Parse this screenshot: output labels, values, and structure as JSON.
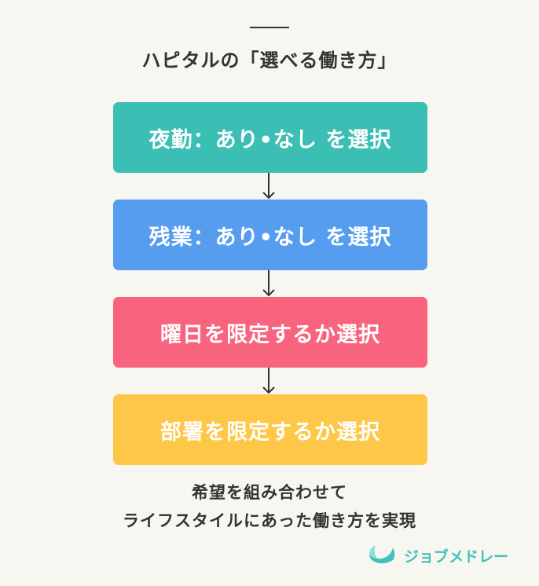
{
  "title": "ハピタルの「選べる働き方」",
  "steps": [
    {
      "label": "夜勤：あり•なし を選択",
      "color": "#3bbfb4"
    },
    {
      "label": "残業：あり•なし を選択",
      "color": "#579def"
    },
    {
      "label": "曜日を限定するか選択",
      "color": "#f8637e"
    },
    {
      "label": "部署を限定するか選択",
      "color": "#fec747"
    }
  ],
  "footer": {
    "line1": "希望を組み合わせて",
    "line2": "ライフスタイルにあった働き方を実現"
  },
  "logo": {
    "text": "ジョブメドレー",
    "icon": "jobmedley-logo-icon",
    "color": "#3ec3b8"
  }
}
